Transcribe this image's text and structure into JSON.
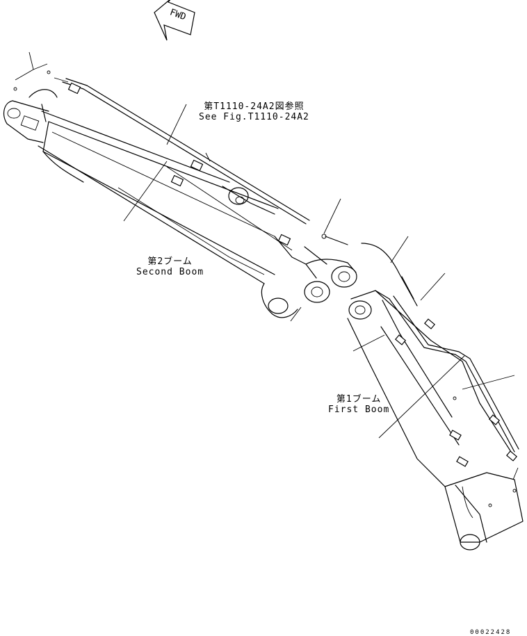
{
  "orientation": {
    "arrow_label": "FWD",
    "arrow_icon": "forward-direction-arrow-icon"
  },
  "labels": {
    "reference_jp": "第T1110-24A2図参照",
    "reference_en": "See Fig.T1110-24A2",
    "second_boom_jp": "第2ブーム",
    "second_boom_en": "Second Boom",
    "first_boom_jp": "第1ブーム",
    "first_boom_en": "First Boom"
  },
  "drawing_number": "00022428"
}
